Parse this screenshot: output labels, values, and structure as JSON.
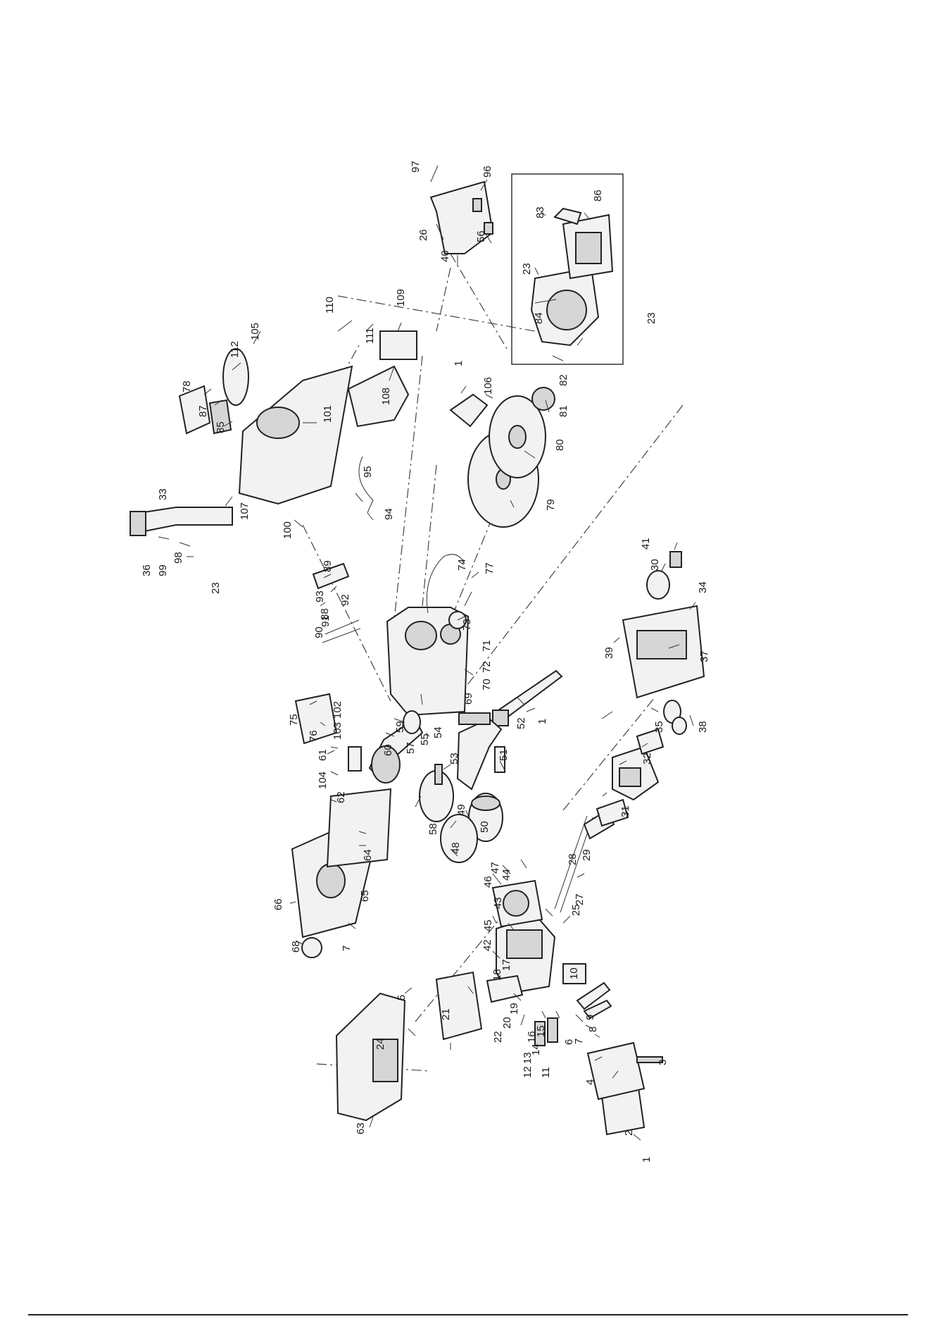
{
  "diagram": {
    "labels": {
      "l1a": "1",
      "l1b": "1",
      "l1c": "1",
      "l2": "2",
      "l3": "3",
      "l4": "4",
      "l5": "5",
      "l6": "6",
      "l7a": "7",
      "l7b": "7",
      "l8": "8",
      "l9": "9",
      "l10": "10",
      "l11": "11",
      "l12": "12",
      "l13": "13",
      "l14": "14",
      "l15": "15",
      "l16": "16",
      "l17": "17",
      "l18": "18",
      "l19": "19",
      "l20": "20",
      "l21": "21",
      "l22": "22",
      "l23a": "23",
      "l23b": "23",
      "l23c": "23",
      "l24": "24",
      "l25": "25",
      "l26": "26",
      "l27": "27",
      "l28": "28",
      "l29": "29",
      "l30": "30",
      "l31": "31",
      "l32": "32",
      "l33": "33",
      "l34": "34",
      "l35": "35",
      "l36": "36",
      "l37": "37",
      "l38": "38",
      "l39": "39",
      "l40": "40",
      "l41": "41",
      "l42": "42",
      "l43": "43",
      "l44": "44",
      "l45": "45",
      "l46": "46",
      "l47": "47",
      "l48": "48",
      "l49": "49",
      "l50": "50",
      "l51": "51",
      "l52": "52",
      "l53": "53",
      "l54": "54",
      "l55": "55",
      "l56": "56",
      "l57": "57",
      "l58": "58",
      "l59": "59",
      "l60": "60",
      "l61": "61",
      "l62": "62",
      "l63": "63",
      "l64": "64",
      "l65": "65",
      "l66": "66",
      "l68": "68",
      "l69": "69",
      "l70": "70",
      "l71": "71",
      "l72": "72",
      "l73": "73",
      "l74": "74",
      "l75": "75",
      "l76": "76",
      "l77": "77",
      "l78": "78",
      "l79": "79",
      "l80": "80",
      "l81": "81",
      "l82": "82",
      "l83": "83",
      "l84": "84",
      "l85": "85",
      "l86": "86",
      "l87": "87",
      "l88": "88",
      "l89": "89",
      "l90": "90",
      "l91": "91",
      "l92": "92",
      "l93": "93",
      "l94": "94",
      "l95": "95",
      "l96": "96",
      "l97": "97",
      "l98": "98",
      "l99": "99",
      "l100": "100",
      "l101": "101",
      "l102": "102",
      "l103": "103",
      "l104": "104",
      "l105": "105",
      "l106": "106",
      "l107": "107",
      "l108": "108",
      "l109": "109",
      "l110": "110",
      "l111": "111",
      "l112": "112"
    }
  }
}
